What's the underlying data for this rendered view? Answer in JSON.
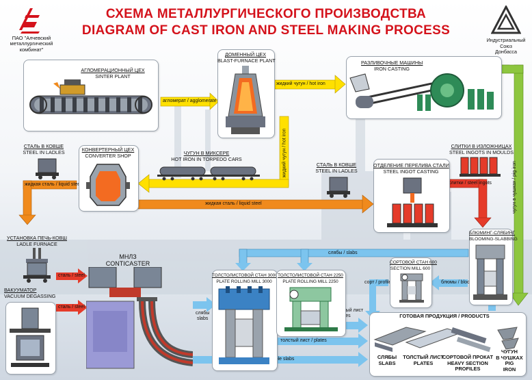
{
  "title": {
    "ru": "СХЕМА МЕТАЛЛУРГИЧЕСКОГО ПРОИЗВОДСТВА",
    "en": "DIAGRAM OF CAST IRON AND STEEL MAKING PROCESS"
  },
  "company_left": {
    "line1": "ПАО \"Алчевский",
    "line2": "металлургический",
    "line3": "комбинат\""
  },
  "company_right": {
    "line1": "Индустриальный",
    "line2": "Союз",
    "line3": "Донбасса"
  },
  "sinter": {
    "ru": "АГЛОМЕРАЦИОННЫЙ ЦЕХ",
    "en": "SINTER PLANT"
  },
  "blast": {
    "ru": "ДОМЕННЫЙ ЦЕХ",
    "en": "BLAST-FURNACE PLANT"
  },
  "iron_casting": {
    "ru": "РАЗЛИВОЧНЫЕ МАШИНЫ",
    "en": "IRON CASTING"
  },
  "steel_ladles_1": {
    "ru": "СТАЛЬ В КОВШЕ",
    "en": "STEEL IN LADLES"
  },
  "converter": {
    "ru": "КОНВЕРТЕРНЫЙ ЦЕХ",
    "en": "CONVERTER SHOP"
  },
  "torpedo": {
    "ru": "ЧУГУН В МИКСЕРЕ",
    "en": "HOT IRON IN TORPEDO CARS"
  },
  "steel_ladles_2": {
    "ru": "СТАЛЬ В КОВШЕ",
    "en": "STEEL IN LADLES"
  },
  "ingot_casting": {
    "ru": "ОТДЕЛЕНИЕ ПЕРЕЛИВА СТАЛИ",
    "en": "STEEL INGOT CASTING"
  },
  "ingots_moulds": {
    "ru": "СЛИТКИ В ИЗЛОЖНИЦАХ",
    "en": "STEEL INGOTS IN MOULDS"
  },
  "ladle_furnace": {
    "ru": "УСТАНОВКА ПЕЧЬ-КОВШ",
    "en": "LADLE FURNACE"
  },
  "vacuum": {
    "ru": "ВАКУУМАТОР",
    "en": "VACUUM DEGASSING"
  },
  "conticaster": {
    "ru": "МНЛЗ",
    "en": "CONTICASTER"
  },
  "mill3000": {
    "ru": "ТОЛСТОЛИСТОВОЙ СТАН 3000",
    "en": "PLATE ROLLING MILL 3000"
  },
  "mill2250": {
    "ru": "ТОЛСТОЛИСТОВОЙ СТАН 2250",
    "en": "PLATE ROLLING MILL 2250"
  },
  "section_mill": {
    "ru": "СОРТОВОЙ СТАН 600",
    "en": "SECTION MILL 600"
  },
  "blooming": {
    "ru": "БЛЮМИНГ-СЛЯБИНГ",
    "en": "BLOOMING-SLABBING"
  },
  "arrows": {
    "agglomerate": "агломерат / agglomerate",
    "hot_iron_1": "жидкий чугун / hot iron",
    "hot_iron_2": "жидкий чугун / hot iron",
    "pig_iron": "чугун в чушках / pig iron",
    "liquid_steel_1": "жидкая сталь / liquid steel",
    "liquid_steel_2": "жидкая сталь / liquid steel",
    "ingots": "слитки / steel ingots",
    "slabs_top": "слябы / slabs",
    "slabs_left": "слябы",
    "slabs_left2": "slabs",
    "steel_1": "сталь / steel",
    "steel_2": "сталь / steel",
    "profiles": "сорт / profiles",
    "blooms": "блюмы / blooms",
    "plates_1": "толстый лист",
    "plates_1b": "plates",
    "plates_2": "толстый лист / plates",
    "marketable": "товарные слябы / marketable slabs"
  },
  "products": {
    "header": "ГОТОВАЯ ПРОДУКЦИЯ / PRODUCTS",
    "slabs": {
      "ru": "СЛЯБЫ",
      "en": "SLABS"
    },
    "plates": {
      "ru": "ТОЛСТЫЙ ЛИСТ",
      "en": "PLATES"
    },
    "profiles": {
      "ru": "СОРТОВОЙ ПРОКАТ",
      "en1": "HEAVY SECTION",
      "en2": "PROFILES"
    },
    "pig": {
      "ru1": "ЧУГУН",
      "ru2": "В ЧУШКАХ",
      "en1": "PIG",
      "en2": "IRON"
    }
  },
  "colors": {
    "title": "#d4121b",
    "yellow": "#ffe000",
    "orange": "#f08a1c",
    "blue": "#7cc4ee",
    "green": "#8dc63f",
    "red": "#e53b2a"
  }
}
